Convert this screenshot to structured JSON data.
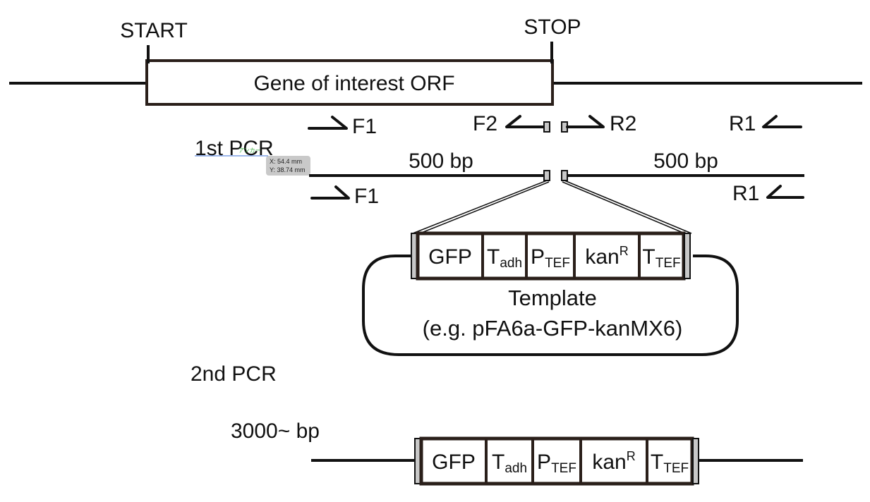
{
  "diagram": {
    "top_labels": {
      "start": "START",
      "stop": "STOP"
    },
    "gene_label": "Gene of interest ORF",
    "primers": {
      "f1": "F1",
      "f2": "F2",
      "r2": "R2",
      "r1": "R1"
    },
    "first_pcr": {
      "title": "1st PCR",
      "left_length": "500 bp",
      "right_length": "500 bp"
    },
    "cassette_modules": [
      {
        "main": "GFP",
        "sub": "",
        "sup": ""
      },
      {
        "main": "T",
        "sub": "adh",
        "sup": ""
      },
      {
        "main": "P",
        "sub": "TEF",
        "sup": ""
      },
      {
        "main": "kan",
        "sub": "",
        "sup": "R"
      },
      {
        "main": "T",
        "sub": "TEF",
        "sup": ""
      }
    ],
    "template": {
      "title": "Template",
      "example": "(e.g. pFA6a-GFP-kanMX6)"
    },
    "second_pcr": {
      "title": "2nd PCR",
      "length": "3000~ bp"
    },
    "cursor_tooltip": {
      "x": "X: 54.4 mm",
      "y": "Y: 38.74 mm",
      "anchor_hint": "アンカー"
    },
    "colors": {
      "line": "#111111",
      "box_border": "#2a1f1a",
      "flank": "#c8c8c8",
      "tooltip_bg": "#c9c9c9",
      "guide": "#3a6fd8"
    }
  }
}
